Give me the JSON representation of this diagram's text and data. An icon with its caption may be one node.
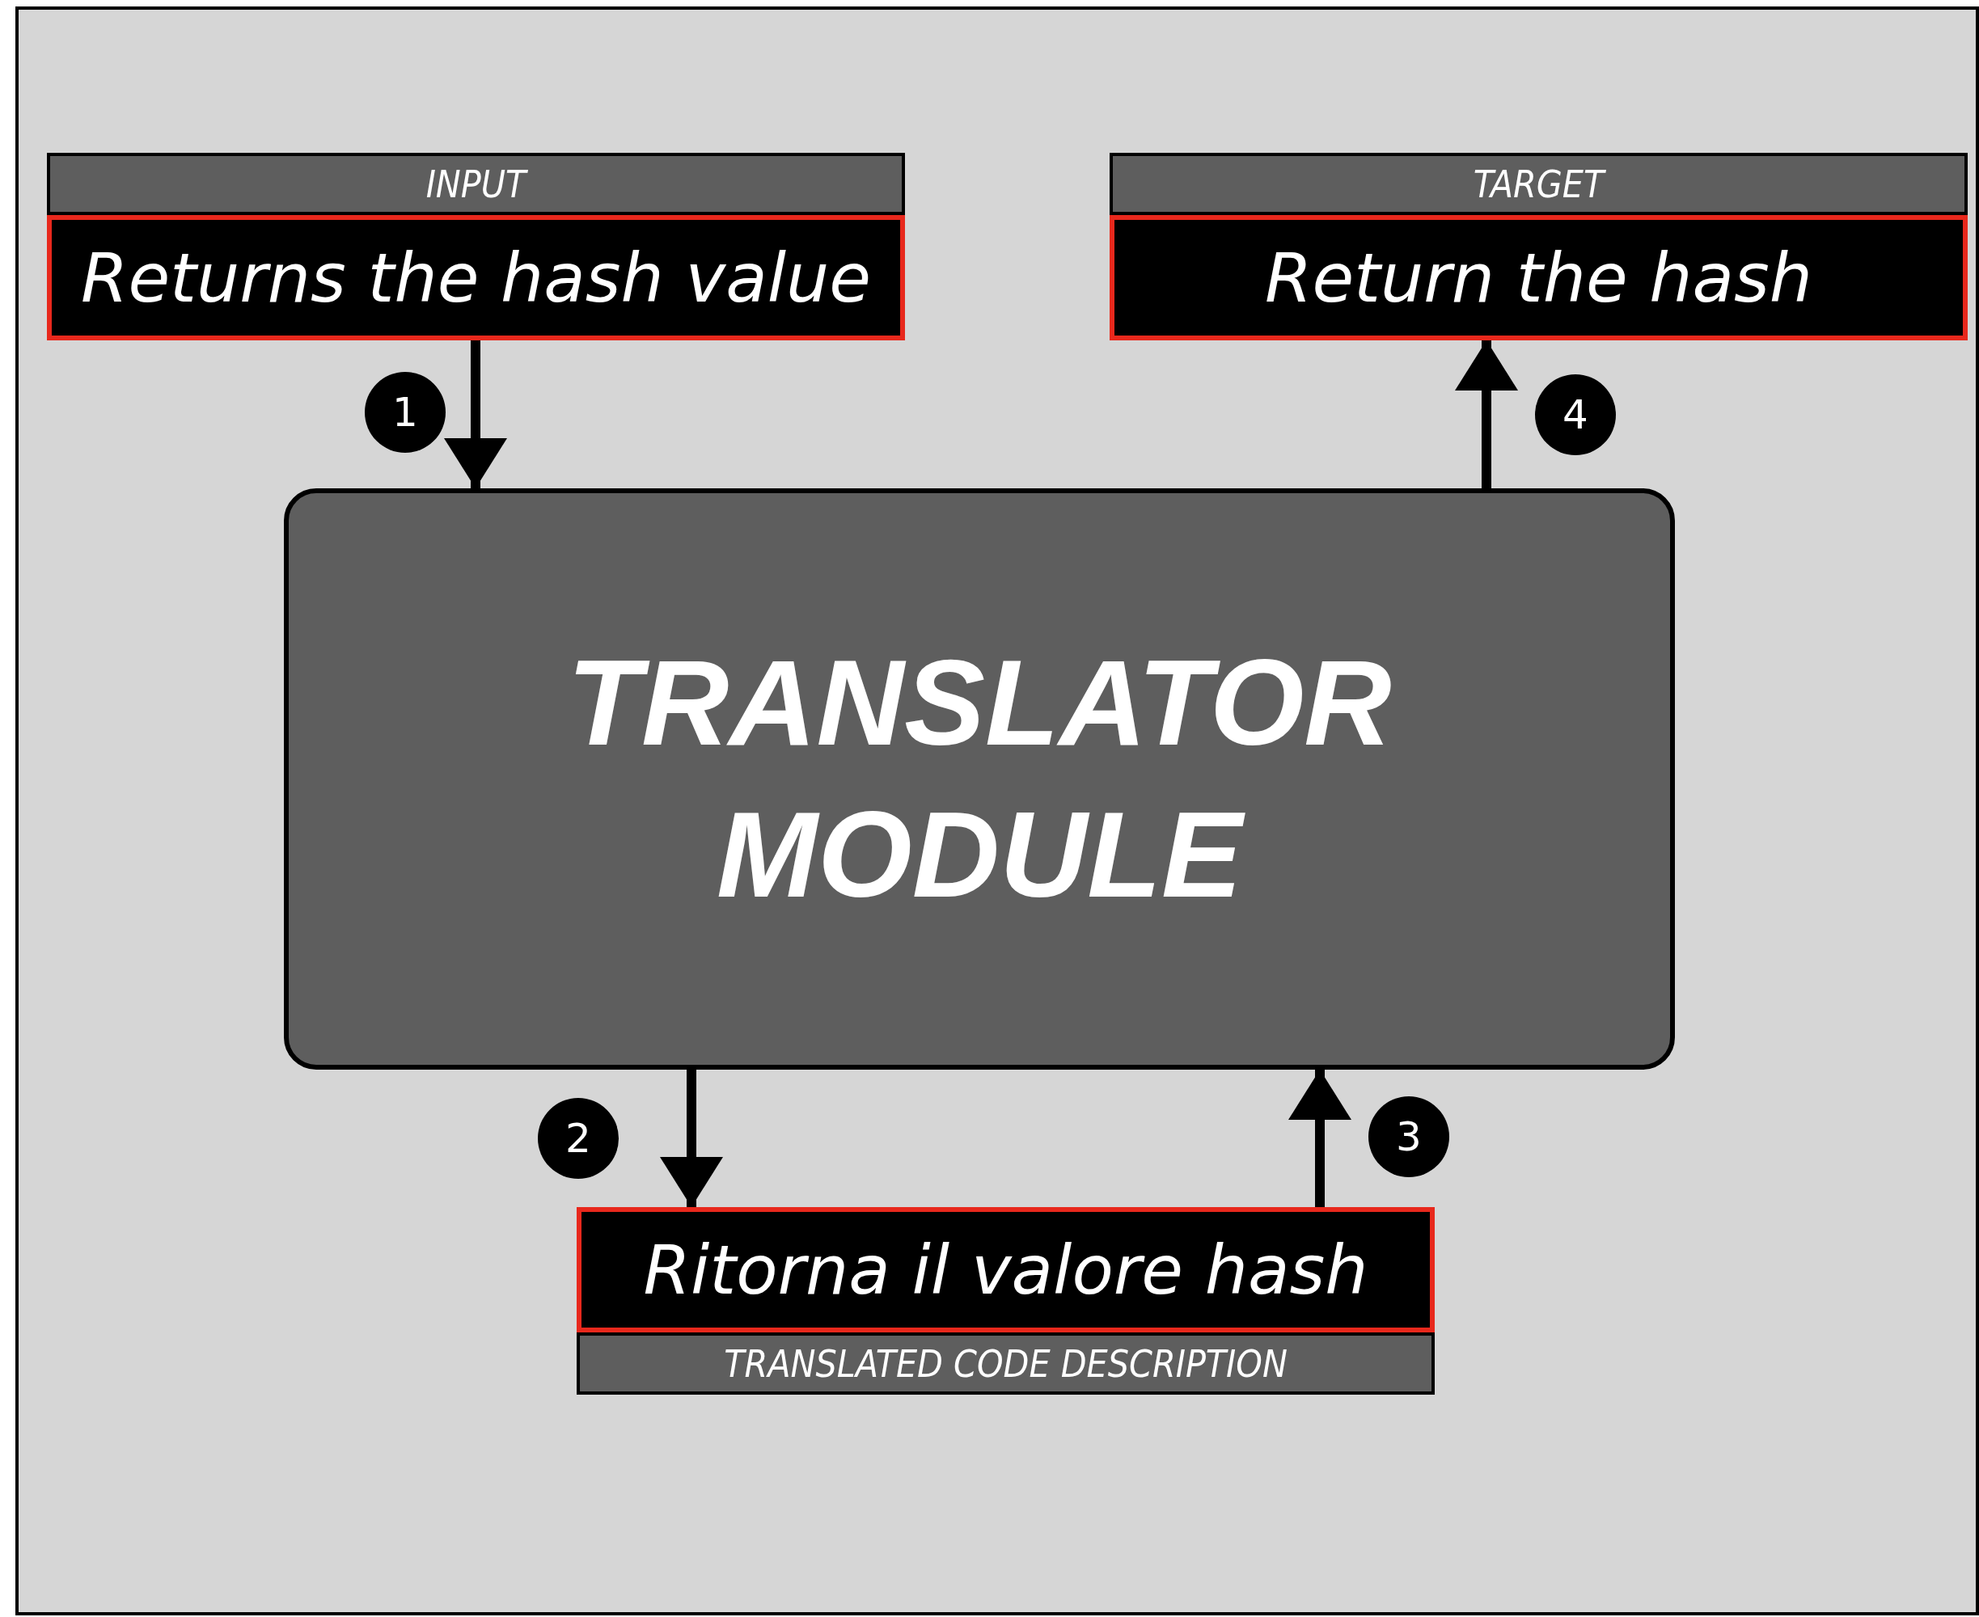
{
  "diagram": {
    "nodes": [
      {
        "text": [
          "INPUT"
        ]
      },
      {
        "text": [
          "Returns the hash value"
        ]
      },
      {
        "text": [
          "TARGET"
        ]
      },
      {
        "text": [
          "Return the hash"
        ]
      },
      {
        "text": [
          "TRANSLATOR MODULE"
        ]
      },
      {
        "text": [
          "Ritorna il valore hash"
        ]
      },
      {
        "text": [
          "TRANSLATED CODE DESCRIPTION"
        ]
      }
    ],
    "edges": [
      {
        "from": 1,
        "to": 4,
        "arrow": "to"
      },
      {
        "from": 4,
        "to": 5,
        "arrow": "to"
      },
      {
        "from": 5,
        "to": 4,
        "arrow": "to"
      },
      {
        "from": 4,
        "to": 3,
        "arrow": "to"
      }
    ],
    "labels": [
      "1",
      "2",
      "3",
      "4"
    ]
  }
}
